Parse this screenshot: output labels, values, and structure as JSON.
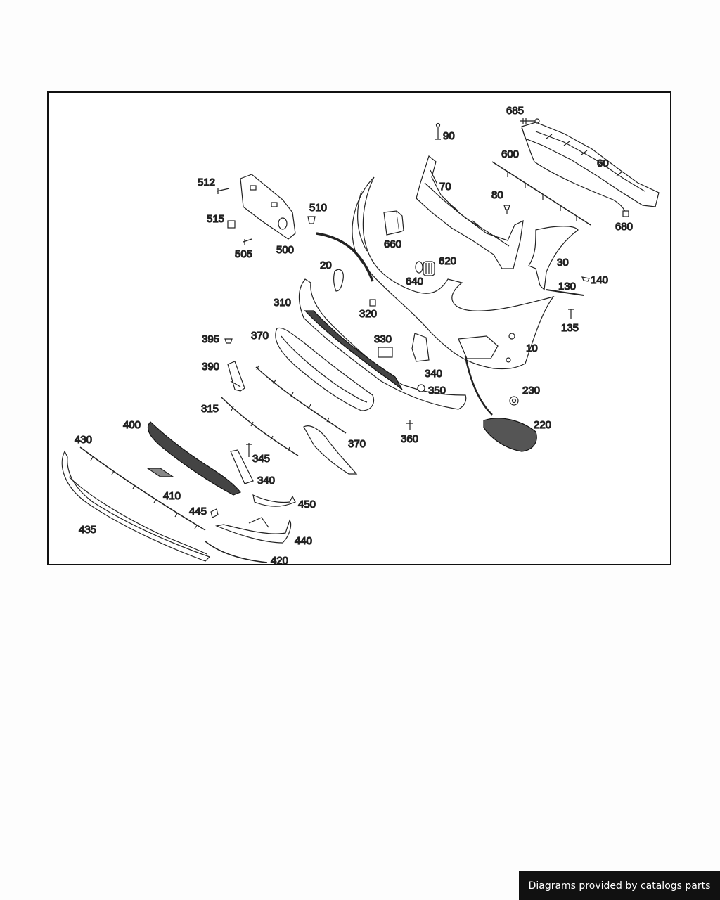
{
  "footer": {
    "text": "Diagrams provided by catalogs parts"
  },
  "parts": [
    {
      "id": "p10",
      "label": "10"
    },
    {
      "id": "p20",
      "label": "20"
    },
    {
      "id": "p30",
      "label": "30"
    },
    {
      "id": "p60",
      "label": "60"
    },
    {
      "id": "p70",
      "label": "70"
    },
    {
      "id": "p80",
      "label": "80"
    },
    {
      "id": "p90",
      "label": "90"
    },
    {
      "id": "p130",
      "label": "130"
    },
    {
      "id": "p135",
      "label": "135"
    },
    {
      "id": "p140",
      "label": "140"
    },
    {
      "id": "p220",
      "label": "220"
    },
    {
      "id": "p230",
      "label": "230"
    },
    {
      "id": "p310",
      "label": "310"
    },
    {
      "id": "p315",
      "label": "315"
    },
    {
      "id": "p320",
      "label": "320"
    },
    {
      "id": "p330",
      "label": "330"
    },
    {
      "id": "p340a",
      "label": "340"
    },
    {
      "id": "p340b",
      "label": "340"
    },
    {
      "id": "p345",
      "label": "345"
    },
    {
      "id": "p350",
      "label": "350"
    },
    {
      "id": "p360",
      "label": "360"
    },
    {
      "id": "p370a",
      "label": "370"
    },
    {
      "id": "p370b",
      "label": "370"
    },
    {
      "id": "p390",
      "label": "390"
    },
    {
      "id": "p395",
      "label": "395"
    },
    {
      "id": "p400",
      "label": "400"
    },
    {
      "id": "p410",
      "label": "410"
    },
    {
      "id": "p420",
      "label": "420"
    },
    {
      "id": "p430",
      "label": "430"
    },
    {
      "id": "p435",
      "label": "435"
    },
    {
      "id": "p440",
      "label": "440"
    },
    {
      "id": "p445",
      "label": "445"
    },
    {
      "id": "p450",
      "label": "450"
    },
    {
      "id": "p500",
      "label": "500"
    },
    {
      "id": "p505",
      "label": "505"
    },
    {
      "id": "p510",
      "label": "510"
    },
    {
      "id": "p512",
      "label": "512"
    },
    {
      "id": "p515",
      "label": "515"
    },
    {
      "id": "p600",
      "label": "600"
    },
    {
      "id": "p620",
      "label": "620"
    },
    {
      "id": "p640",
      "label": "640"
    },
    {
      "id": "p660",
      "label": "660"
    },
    {
      "id": "p680",
      "label": "680"
    },
    {
      "id": "p685",
      "label": "685"
    }
  ]
}
